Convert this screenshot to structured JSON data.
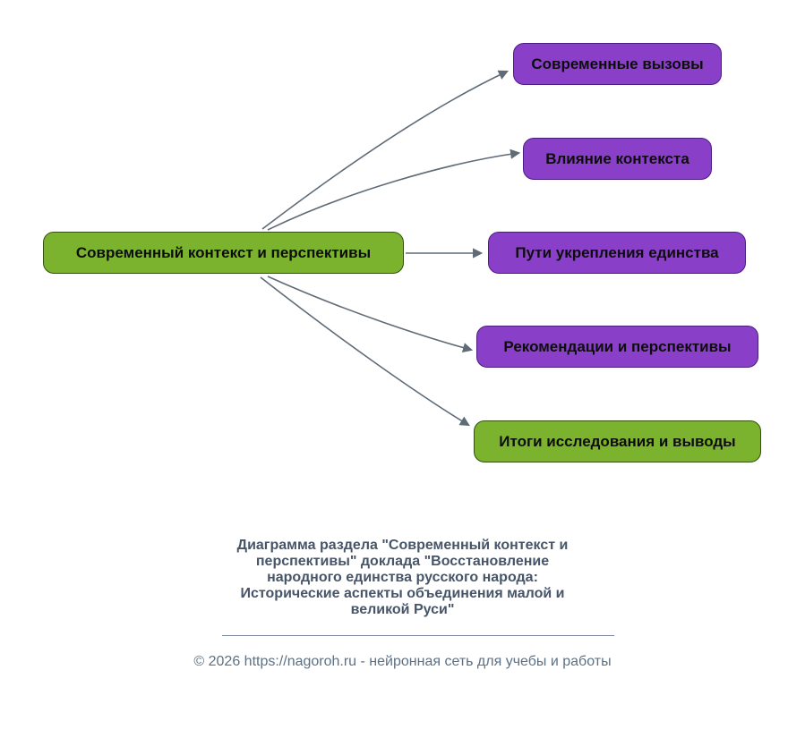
{
  "diagram": {
    "root": {
      "label": "Современный контекст и перспективы",
      "color": "green"
    },
    "nodes": [
      {
        "label": "Современные вызовы",
        "color": "purple"
      },
      {
        "label": "Влияние контекста",
        "color": "purple"
      },
      {
        "label": "Пути укрепления единства",
        "color": "purple"
      },
      {
        "label": "Рекомендации и перспективы",
        "color": "purple"
      },
      {
        "label": "Итоги исследования и выводы",
        "color": "green"
      }
    ],
    "edges": [
      {
        "from": "root",
        "to": "Современные вызовы"
      },
      {
        "from": "root",
        "to": "Влияние контекста"
      },
      {
        "from": "root",
        "to": "Пути укрепления единства"
      },
      {
        "from": "root",
        "to": "Рекомендации и перспективы"
      },
      {
        "from": "root",
        "to": "Итоги исследования и выводы"
      }
    ],
    "colors": {
      "green_fill": "#7CB32E",
      "green_border": "#33510D",
      "purple_fill": "#8A3FC8",
      "purple_border": "#4B1D80",
      "node_text": "#0D0D0D",
      "edge": "#5F6B76"
    }
  },
  "caption": {
    "text": "Диаграмма раздела \"Современный контекст и\nперспективы\" доклада \"Восстановление\nнародного единства русского народа:\nИсторические аспекты объединения малой и\nвеликой Руси\""
  },
  "footer": {
    "text": "© 2026 https://nagoroh.ru - нейронная сеть для учебы и работы"
  }
}
